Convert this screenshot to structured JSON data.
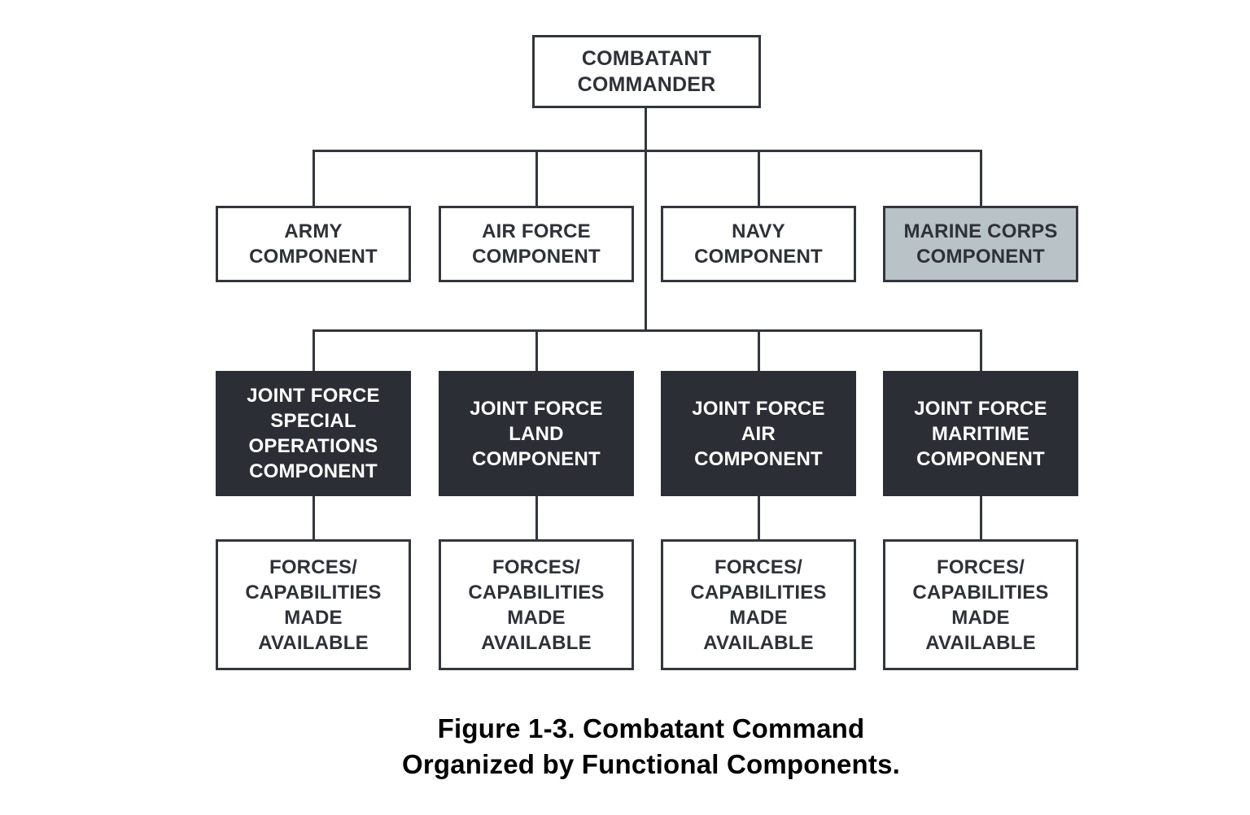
{
  "figure": {
    "caption": "Figure 1-3. Combatant Command\nOrganized by Functional Components."
  },
  "diagram": {
    "root": {
      "label": "COMBATANT\nCOMMANDER"
    },
    "service_components": [
      {
        "label": "ARMY\nCOMPONENT",
        "style": "plain"
      },
      {
        "label": "AIR FORCE\nCOMPONENT",
        "style": "plain"
      },
      {
        "label": "NAVY\nCOMPONENT",
        "style": "plain"
      },
      {
        "label": "MARINE CORPS\nCOMPONENT",
        "style": "highlighted"
      }
    ],
    "functional_components": [
      {
        "label": "JOINT FORCE\nSPECIAL\nOPERATIONS\nCOMPONENT"
      },
      {
        "label": "JOINT FORCE\nLAND\nCOMPONENT"
      },
      {
        "label": "JOINT FORCE\nAIR\nCOMPONENT"
      },
      {
        "label": "JOINT FORCE\nMARITIME\nCOMPONENT"
      }
    ],
    "forces_boxes": [
      {
        "label": "FORCES/\nCAPABILITIES\nMADE\nAVAILABLE"
      },
      {
        "label": "FORCES/\nCAPABILITIES\nMADE\nAVAILABLE"
      },
      {
        "label": "FORCES/\nCAPABILITIES\nMADE\nAVAILABLE"
      },
      {
        "label": "FORCES/\nCAPABILITIES\nMADE\nAVAILABLE"
      }
    ]
  },
  "colors": {
    "background": "#ffffff",
    "line": "#33363d",
    "box_text": "#2e3138",
    "dark_box_fill": "#2b2e34",
    "dark_box_text": "#ffffff",
    "marine_box_fill": "#b8c2c7",
    "caption_text": "#000000"
  }
}
